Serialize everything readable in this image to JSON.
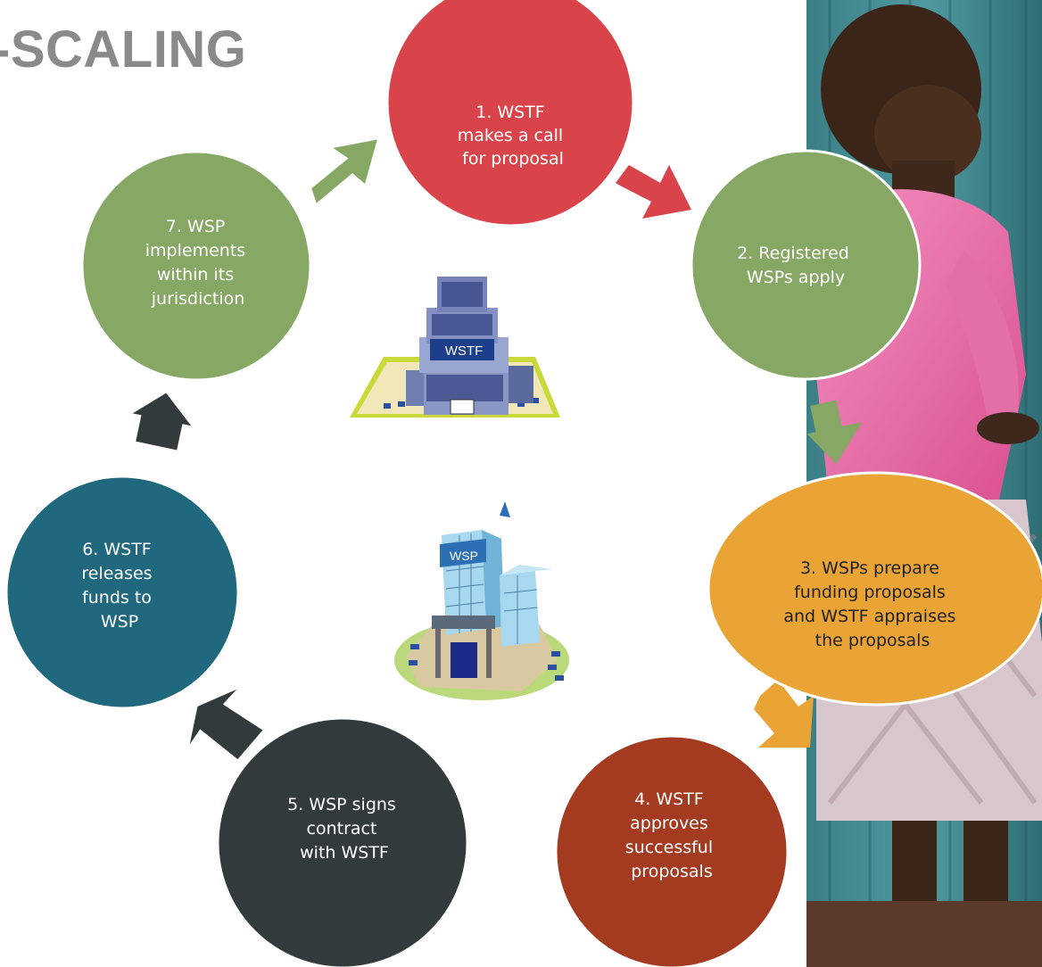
{
  "header": {
    "title": "-SCALING"
  },
  "colors": {
    "red": "#d9434a",
    "green": "#87a764",
    "orange": "#e9a435",
    "rust": "#a43a1f",
    "charcoal": "#333a3c",
    "teal": "#20687d"
  },
  "steps": [
    {
      "lines": [
        "1. WSTF",
        "makes a call",
        "for proposal"
      ]
    },
    {
      "lines": [
        "2. Registered",
        "WSPs apply"
      ]
    },
    {
      "lines": [
        "3. WSPs prepare",
        "funding proposals",
        "and WSTF appraises",
        "the proposals"
      ]
    },
    {
      "lines": [
        "4. WSTF",
        "approves",
        "successful",
        "proposals"
      ]
    },
    {
      "lines": [
        "5. WSP signs",
        "contract",
        "with WSTF"
      ]
    },
    {
      "lines": [
        "6. WSTF",
        "releases",
        "funds to",
        "WSP"
      ]
    },
    {
      "lines": [
        "7. WSP",
        "implements",
        "within its",
        "jurisdiction"
      ]
    }
  ],
  "buildings": {
    "wstf_sign": "WSTF",
    "wsp_sign": "WSP"
  }
}
